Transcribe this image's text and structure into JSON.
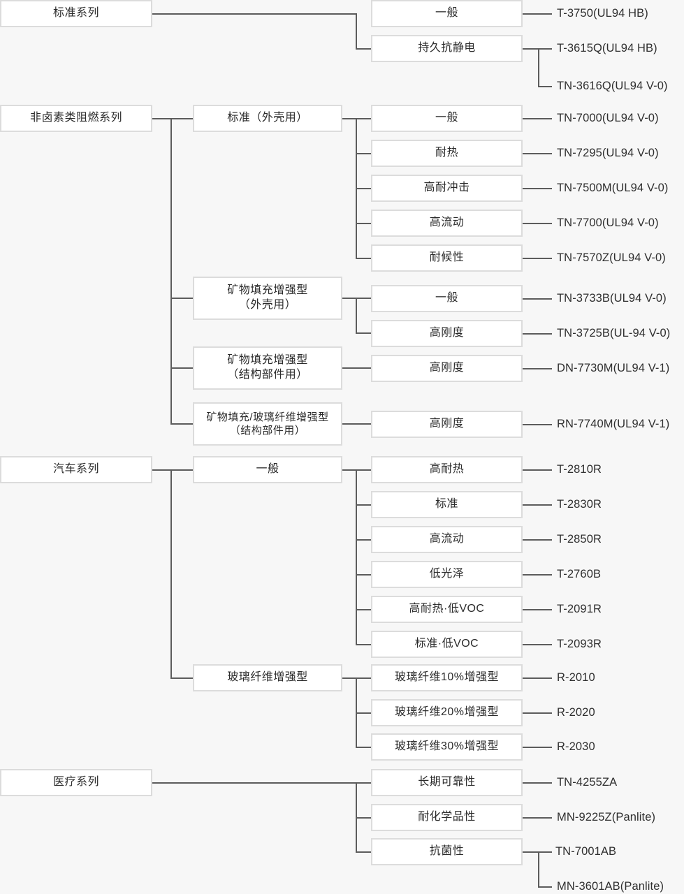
{
  "diagram": {
    "type": "tree",
    "title": "",
    "colors": {
      "box_border": "#dcdcdc",
      "box_fill": "#ffffff",
      "line": "#5c5c5c",
      "page_background": "#f7f7f7",
      "text": "#2b2b2b"
    }
  },
  "series": [
    {
      "name": "standard",
      "label": "标准系列",
      "groups": [
        {
          "label": "",
          "types": [
            {
              "label": "一般",
              "products": [
                "T-3750(UL94 HB)"
              ]
            },
            {
              "label": "持久抗静电",
              "products": [
                "T-3615Q(UL94 HB)",
                "TN-3616Q(UL94 V-0)"
              ]
            }
          ]
        }
      ]
    },
    {
      "name": "halogen-free-flame-retardant",
      "label": "非卤素类阻燃系列",
      "groups": [
        {
          "label": "标准（外壳用）",
          "types": [
            {
              "label": "一般",
              "products": [
                "TN-7000(UL94 V-0)"
              ]
            },
            {
              "label": "耐热",
              "products": [
                "TN-7295(UL94 V-0)"
              ]
            },
            {
              "label": "高耐冲击",
              "products": [
                "TN-7500M(UL94 V-0)"
              ]
            },
            {
              "label": "高流动",
              "products": [
                "TN-7700(UL94 V-0)"
              ]
            },
            {
              "label": "耐候性",
              "products": [
                "TN-7570Z(UL94 V-0)"
              ]
            }
          ]
        },
        {
          "label": "矿物填充增强型\n（外壳用）",
          "types": [
            {
              "label": "一般",
              "products": [
                "TN-3733B(UL94 V-0)"
              ]
            },
            {
              "label": "高刚度",
              "products": [
                "TN-3725B(UL-94 V-0)"
              ]
            }
          ]
        },
        {
          "label": "矿物填充增强型\n（结构部件用）",
          "types": [
            {
              "label": "高刚度",
              "products": [
                "DN-7730M(UL94 V-1)"
              ]
            }
          ]
        },
        {
          "label": "矿物填充/玻璃纤维增强型\n（结构部件用）",
          "types": [
            {
              "label": "高刚度",
              "products": [
                "RN-7740M(UL94 V-1)"
              ]
            }
          ]
        }
      ]
    },
    {
      "name": "automotive",
      "label": "汽车系列",
      "groups": [
        {
          "label": "一般",
          "types": [
            {
              "label": "高耐热",
              "products": [
                "T-2810R"
              ]
            },
            {
              "label": "标准",
              "products": [
                "T-2830R"
              ]
            },
            {
              "label": "高流动",
              "products": [
                "T-2850R"
              ]
            },
            {
              "label": "低光泽",
              "products": [
                "T-2760B"
              ]
            },
            {
              "label": "高耐热·低VOC",
              "products": [
                "T-2091R"
              ]
            },
            {
              "label": "标准·低VOC",
              "products": [
                "T-2093R"
              ]
            }
          ]
        },
        {
          "label": "玻璃纤维增强型",
          "types": [
            {
              "label": "玻璃纤维10%增强型",
              "products": [
                "R-2010"
              ]
            },
            {
              "label": "玻璃纤维20%增强型",
              "products": [
                "R-2020"
              ]
            },
            {
              "label": "玻璃纤维30%增强型",
              "products": [
                "R-2030"
              ]
            }
          ]
        }
      ]
    },
    {
      "name": "medical",
      "label": "医疗系列",
      "groups": [
        {
          "label": "",
          "types": [
            {
              "label": "长期可靠性",
              "products": [
                "TN-4255ZA"
              ]
            },
            {
              "label": "耐化学品性",
              "products": [
                "MN-9225Z(Panlite)"
              ]
            },
            {
              "label": "抗菌性",
              "products": [
                "TN-7001AB",
                "MN-3601AB(Panlite)"
              ]
            }
          ]
        }
      ]
    }
  ]
}
